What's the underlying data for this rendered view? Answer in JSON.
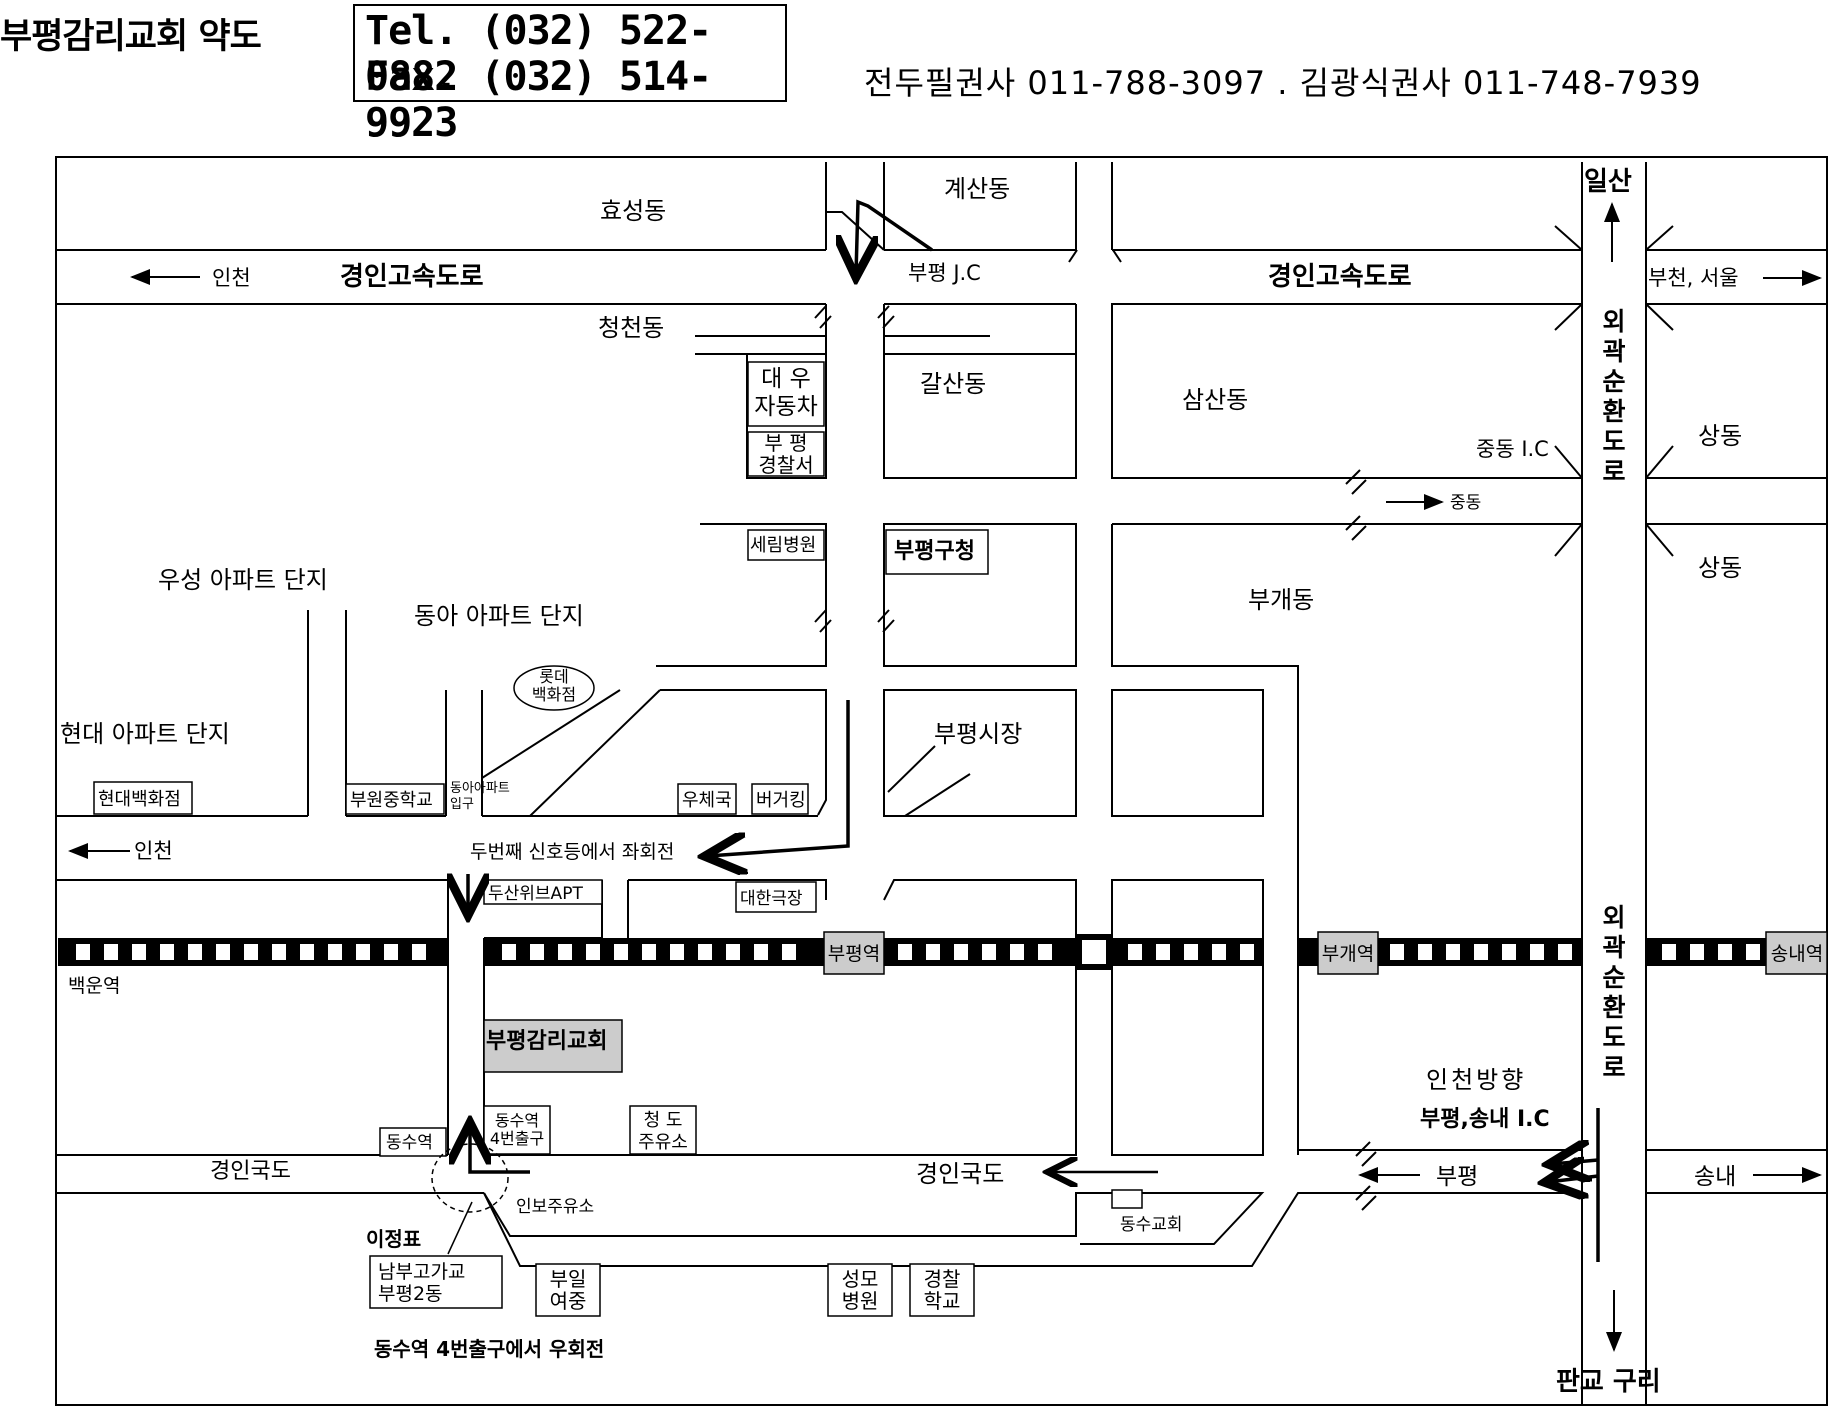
{
  "header": {
    "title": "부평감리교회 약도",
    "tel": "Tel. (032) 522-0882",
    "fax": "Fax. (032) 514-9923",
    "pastors": "전두필권사 011-788-3097 . 김광식권사 011-748-7939"
  },
  "map": {
    "districts": {
      "hyoseong": "효성동",
      "gyesan": "계산동",
      "cheongcheon": "청천동",
      "galsan": "갈산동",
      "samsan": "삼산동",
      "sangdong_1": "상동",
      "sangdong_2": "상동",
      "bugae": "부개동"
    },
    "roads": {
      "gyeongin_expressway_west": "경인고속도로",
      "gyeongin_expressway_east": "경인고속도로",
      "outer_ring_north": "외곽순환도로",
      "outer_ring_south": "외곽순환도로",
      "gyeongin_national_road_west": "경인국도",
      "gyeongin_national_road_center": "경인국도"
    },
    "directions": {
      "incheon_top": "인천",
      "incheon_mid": "인천",
      "ilsan": "일산",
      "bucheon_seoul": "부천, 서울",
      "jungdong": "중동",
      "pangyo_guri": "판교 구리",
      "incheon_direction": "인천방향",
      "bupyeong": "부평",
      "songnae": "송내"
    },
    "interchanges": {
      "bupyeong_jc": "부평 J.C",
      "jungdong_ic": "중동 I.C",
      "bupyeong_songnae_ic": "부평,송내 I.C"
    },
    "landmarks": {
      "daewoo_motor": "대 우\n자동차",
      "bupyeong_police": "부 평\n경찰서",
      "serim_hospital": "세림병원",
      "bupyeong_gucheong": "부평구청",
      "woosung_apt": "우성 아파트 단지",
      "donga_apt": "동아 아파트 단지",
      "lotte_dept": "롯데\n백화점",
      "hyundai_apt": "현대 아파트 단지",
      "bupyeong_market": "부평시장",
      "hyundai_dept": "현대백화점",
      "buwon_middle": "부원중학교",
      "donga_apt_entrance": "동아아파트\n입구",
      "post_office": "우체국",
      "burger_king": "버거킹",
      "doosan_we_apt": "두산위브APT",
      "daehan_theater": "대한극장",
      "bupyeong_church": "부평감리교회",
      "dongsu_exit4": "동수역\n4번출구",
      "cheongdo_gas": "청 도\n주유소",
      "inbo_gas": "인보주유소",
      "dongsu_church": "동수교회",
      "signpost": "이정표",
      "signpost_text": "남부고가교\n부평2동",
      "buil_girls": "부일\n여중",
      "seongmo_hospital": "성모\n병원",
      "police_academy": "경찰\n학교"
    },
    "stations": {
      "baekun": "백운역",
      "bupyeong": "부평역",
      "bugae": "부개역",
      "songnae": "송내역",
      "dongsu": "동수역"
    },
    "instructions": {
      "turn_left": "두번째 신호등에서 좌회전",
      "turn_right": "동수역 4번출구에서 우회전"
    }
  },
  "colors": {
    "ink": "#000000",
    "station_fill": "#cccccc",
    "paper": "#ffffff"
  }
}
